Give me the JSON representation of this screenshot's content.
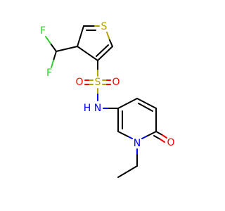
{
  "colors": {
    "background": "#ffffff",
    "carbon_bond": "#000000",
    "sulfur": "#b3a300",
    "oxygen": "#ff0000",
    "nitrogen": "#0000ff",
    "fluorine": "#33cc33"
  },
  "molecule": {
    "atom_labels": {
      "thiophene_sulfur": "S",
      "fluorine_upper": "F",
      "fluorine_lower": "F",
      "sulfonyl_sulfur": "S",
      "sulfonyl_oxygen_left": "O",
      "sulfonyl_oxygen_right": "O",
      "amide_nitrogen": "N",
      "amide_hydrogen": "H",
      "ring_nitrogen": "N",
      "carbonyl_oxygen": "O"
    }
  }
}
